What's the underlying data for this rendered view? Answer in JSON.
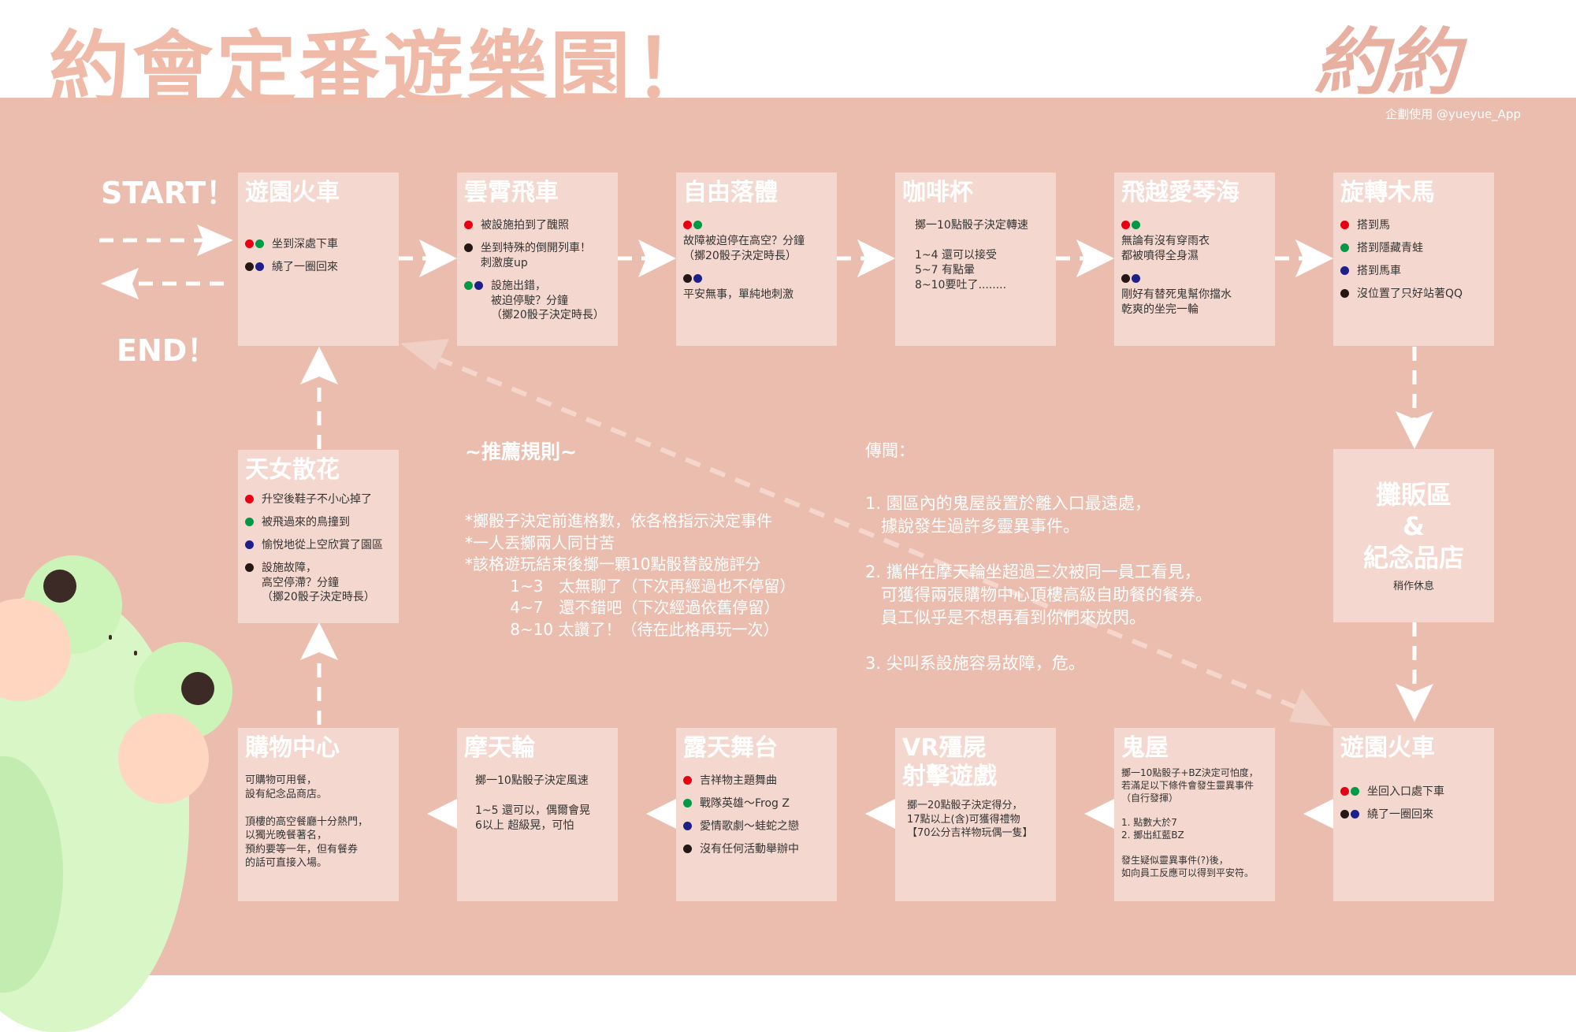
{
  "header": {
    "title": "約會定番遊樂園！",
    "logo_text": "約約",
    "credit": "企劃使用 @yueyue_App"
  },
  "labels": {
    "start": "START！",
    "end": "END！"
  },
  "colors": {
    "background": "#ebbdae",
    "card": "#f4d8cf",
    "accent": "#efbba8",
    "red": "#e60012",
    "green": "#009944",
    "blue": "#1d2088",
    "black": "#231815"
  },
  "cards": {
    "train1": {
      "title": "遊園火車",
      "items": [
        {
          "dots": [
            "red",
            "green"
          ],
          "text": "坐到深處下車"
        },
        {
          "dots": [
            "black",
            "blue"
          ],
          "text": "繞了一圈回來"
        }
      ]
    },
    "cloud": {
      "title": "雲霄飛車",
      "items": [
        {
          "dots": [
            "red"
          ],
          "text": "被設施拍到了醜照"
        },
        {
          "dots": [
            "black"
          ],
          "text": "坐到特殊的倒開列車！\n刺激度up"
        },
        {
          "dots": [
            "green",
            "blue"
          ],
          "text": "設施出錯，\n被迫停駛？分鐘\n（擲20骰子決定時長）"
        }
      ]
    },
    "freefall": {
      "title": "自由落體",
      "items": [
        {
          "dots": [
            "red",
            "green"
          ],
          "text": ""
        },
        {
          "dots": [],
          "text": "故障被迫停在高空？分鐘\n（擲20骰子決定時長）"
        },
        {
          "dots": [
            "black",
            "blue"
          ],
          "text": ""
        },
        {
          "dots": [],
          "text": "平安無事，單純地刺激"
        }
      ]
    },
    "cup": {
      "title": "咖啡杯",
      "text": "擲一10點骰子決定轉速\n\n1~4 還可以接受\n5~7 有點暈\n8~10要吐了........"
    },
    "fly": {
      "title": "飛越愛琴海",
      "items": [
        {
          "dots": [
            "red",
            "green"
          ],
          "text": ""
        },
        {
          "dots": [],
          "text": "無論有沒有穿雨衣\n都被噴得全身濕"
        },
        {
          "dots": [
            "black",
            "blue"
          ],
          "text": ""
        },
        {
          "dots": [],
          "text": "剛好有替死鬼幫你擋水\n乾爽的坐完一輪"
        }
      ]
    },
    "carousel": {
      "title": "旋轉木馬",
      "items": [
        {
          "dots": [
            "red"
          ],
          "text": "搭到馬"
        },
        {
          "dots": [
            "green"
          ],
          "text": "搭到隱藏青蛙"
        },
        {
          "dots": [
            "blue"
          ],
          "text": "搭到馬車"
        },
        {
          "dots": [
            "black"
          ],
          "text": "沒位置了只好站著QQ"
        }
      ]
    },
    "shop": {
      "title": "攤販區\n&\n紀念品店",
      "text": "稍作休息"
    },
    "train2": {
      "title": "遊園火車",
      "items": [
        {
          "dots": [
            "red",
            "green"
          ],
          "text": "坐回入口處下車"
        },
        {
          "dots": [
            "black",
            "blue"
          ],
          "text": "繞了一圈回來"
        }
      ]
    },
    "ghost": {
      "title": "鬼屋",
      "text": "擲一10點骰子+BZ決定可怕度，\n若滿足以下條件會發生靈異事件\n（自行發揮）\n\n1. 點數大於7\n2. 擲出紅藍BZ\n\n發生疑似靈異事件(?)後，\n如向員工反應可以得到平安符。"
    },
    "vr": {
      "title": "VR殭屍\n射擊遊戲",
      "text": "擲一20點骰子決定得分，\n17點以上(含)可獲得禮物\n【70公分吉祥物玩偶一隻】"
    },
    "stage": {
      "title": "露天舞台",
      "items": [
        {
          "dots": [
            "red"
          ],
          "text": "吉祥物主題舞曲"
        },
        {
          "dots": [
            "green"
          ],
          "text": "戰隊英雄～Frog Z"
        },
        {
          "dots": [
            "blue"
          ],
          "text": "愛情歌劇～蛙蛇之戀"
        },
        {
          "dots": [
            "black"
          ],
          "text": "沒有任何活動舉辦中"
        }
      ]
    },
    "wheel": {
      "title": "摩天輪",
      "text": "擲一10點骰子決定風速\n\n1~5 還可以，偶爾會晃\n6以上 超級晃，可怕"
    },
    "mall": {
      "title": "購物中心",
      "text": "可購物可用餐，\n設有紀念品商店。\n\n頂樓的高空餐廳十分熱門，\n以獨光晚餐著名，\n預約要等一年，但有餐券\n的話可直接入場。"
    },
    "flower": {
      "title": "天女散花",
      "items": [
        {
          "dots": [
            "red"
          ],
          "text": "升空後鞋子不小心掉了"
        },
        {
          "dots": [
            "green"
          ],
          "text": "被飛過來的鳥撞到"
        },
        {
          "dots": [
            "blue"
          ],
          "text": "愉悅地從上空欣賞了園區"
        },
        {
          "dots": [
            "black"
          ],
          "text": "設施故障，\n高空停滯？分鐘\n（擲20骰子決定時長）"
        }
      ]
    }
  },
  "rules": {
    "heading": "~推薦規則~",
    "lines": [
      "*擲骰子決定前進格數，依各格指示決定事件",
      "*一人丟擲兩人同甘苦",
      "*該格遊玩結束後擲一顆10點骰替設施評分",
      "         1~3　太無聊了（下次再經過也不停留）",
      "         4~7　還不錯吧（下次經過依舊停留）",
      "         8~10 太讚了！（待在此格再玩一次）"
    ]
  },
  "legend": {
    "heading": "傳聞：",
    "lines": [
      "1. 園區內的鬼屋設置於離入口最遠處，",
      "   據說發生過許多靈異事件。",
      "",
      "2. 攜伴在摩天輪坐超過三次被同一員工看見，",
      "   可獲得兩張購物中心頂樓高級自助餐的餐券。",
      "   員工似乎是不想再看到你們來放閃。",
      "",
      "3. 尖叫系設施容易故障，危。"
    ]
  }
}
